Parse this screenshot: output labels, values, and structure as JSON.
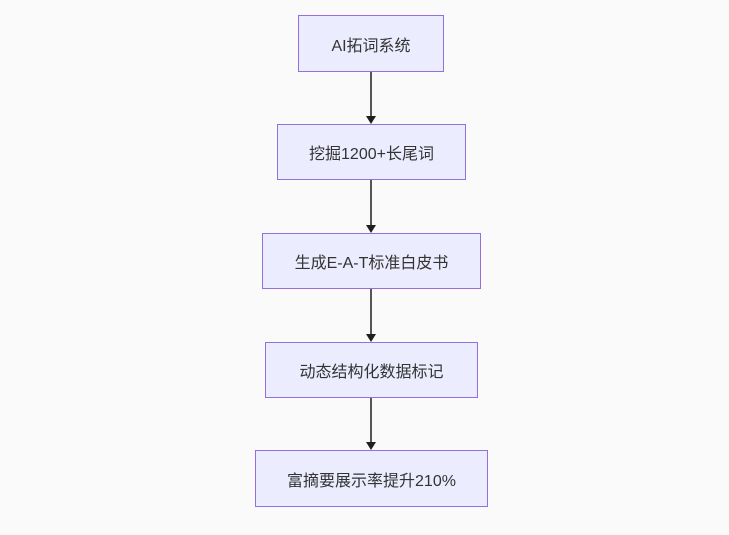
{
  "page": {
    "background_color": "#fafafa"
  },
  "flowchart": {
    "type": "vertical-flowchart",
    "node_fill_color": "#ececff",
    "node_border_color": "#9370db",
    "node_text_color": "#333333",
    "arrow_line_color": "#565656",
    "arrow_head_color": "#1f1f1f",
    "nodes": [
      {
        "label": "AI拓词系统"
      },
      {
        "label": "挖掘1200+长尾词"
      },
      {
        "label": "生成E-A-T标准白皮书"
      },
      {
        "label": "动态结构化数据标记"
      },
      {
        "label": "富摘要展示率提升210%"
      }
    ],
    "edges": [
      {
        "from": 0,
        "to": 1
      },
      {
        "from": 1,
        "to": 2
      },
      {
        "from": 2,
        "to": 3
      },
      {
        "from": 3,
        "to": 4
      }
    ]
  }
}
